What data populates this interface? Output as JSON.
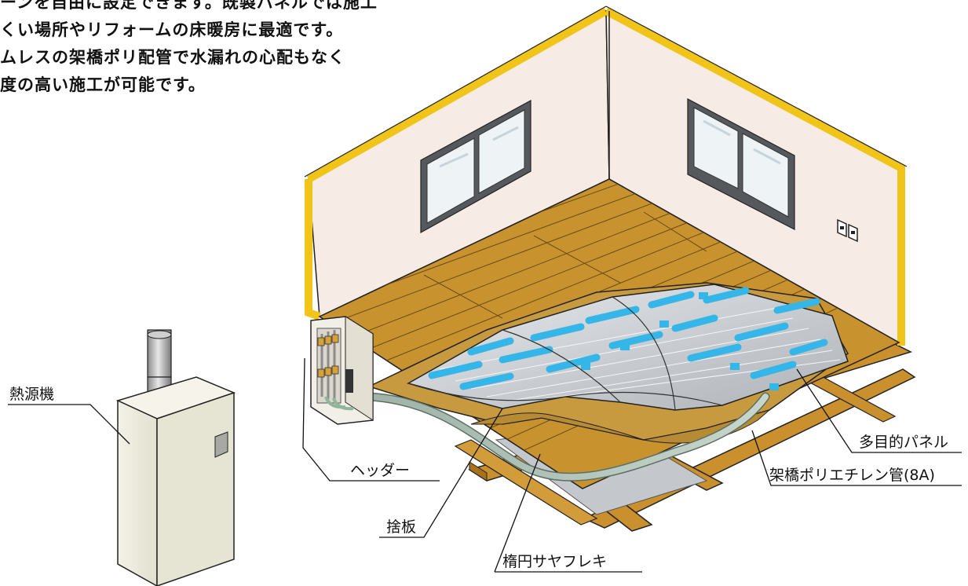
{
  "intro_lines": [
    "ーンを自由に設定できます。既製パネルでは施工",
    "くい場所やリフォームの床暖房に最適です。",
    "ムレスの架橋ポリ配管で水漏れの心配もなく",
    "度の高い施工が可能です。"
  ],
  "labels": {
    "heat_source": "熱源機",
    "header": "ヘッダー",
    "base_board": "捨板",
    "sheath_flex": "楕円サヤフレキ",
    "multi_panel": "多目的パネル",
    "pe_pipe": "架橋ポリエチレン管(8A)"
  },
  "colors": {
    "wall": "#f6ebe5",
    "wall_edge": "#f0c419",
    "floor_wood": "#c8932f",
    "panel_silver": "#cfd2d6",
    "pipe_blue": "#35b6e8",
    "joist": "#c9902d",
    "heater_body": "#ecebdc"
  }
}
